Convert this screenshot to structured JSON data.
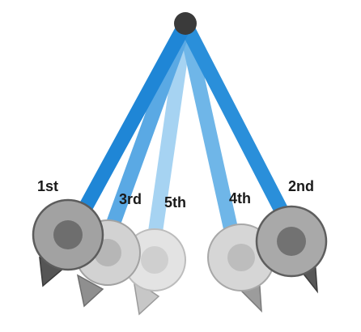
{
  "swings": [
    {
      "label": "1st",
      "order": 1
    },
    {
      "label": "2nd",
      "order": 2
    },
    {
      "label": "3rd",
      "order": 3
    },
    {
      "label": "4th",
      "order": 4
    },
    {
      "label": "5th",
      "order": 5
    }
  ],
  "colors": {
    "pivot": "#3a3a3a",
    "rod_1": "#1f86d6",
    "rod_2": "#2a8fda",
    "rod_3": "#5aa9e4",
    "rod_4": "#6fb6e8",
    "rod_5": "#a6d3f2",
    "bob_1": "#a2a2a2",
    "bob_2": "#a9a9a9",
    "bob_3": "#d2d2d2",
    "bob_4": "#d6d6d6",
    "bob_5": "#e3e3e3",
    "label_text": "#1a1a1a"
  },
  "icons": {
    "pivot": "pivot-icon",
    "bob": "pendulum-bob-icon"
  }
}
